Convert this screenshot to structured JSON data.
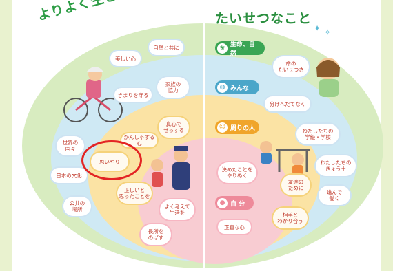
{
  "titles": {
    "left": "よりよく生きるために",
    "right": "たいせつなこと"
  },
  "categories": [
    {
      "id": "life",
      "label": "生命、自然",
      "color": "#3aa554",
      "icon": "globe-leaf-icon"
    },
    {
      "id": "everyone",
      "label": "みんな",
      "color": "#4aa6c9",
      "icon": "globe-icon"
    },
    {
      "id": "around",
      "label": "周りの人",
      "color": "#f0a52a",
      "icon": "people-icon"
    },
    {
      "id": "self",
      "label": "自 分",
      "color": "#ee8a9a",
      "icon": "person-icon"
    }
  ],
  "clouds": {
    "utsukushii": "美しい心",
    "shizen": "自然と共に",
    "kimari": "きまりを守る",
    "kazoku": "家族の\n協力",
    "makoto": "真心で\nせっする",
    "kansha": "かんしゃする心",
    "sekai": "世界の\n国々",
    "nihon": "日本の文化",
    "koukyo": "公共の\n場所",
    "omoiyari": "思いやり",
    "tadashii": "正しいと\n思ったことを",
    "yokukangaete": "よく考えて\n生活を",
    "chousho": "長所を\nのばす",
    "inochi": "命の\nたいせつさ",
    "wakehedate": "分けへだてなく",
    "gakkou": "わたしたちの\n学級・学校",
    "kyoudo": "わたしたちの\nきょう土",
    "hataraku": "進んで\n働く",
    "yarinuku": "決めたことを\nやりぬく",
    "tomodachi": "友達の\nために",
    "wakariau": "相手と\nわかり合う",
    "shoujiki": "正直な心"
  }
}
